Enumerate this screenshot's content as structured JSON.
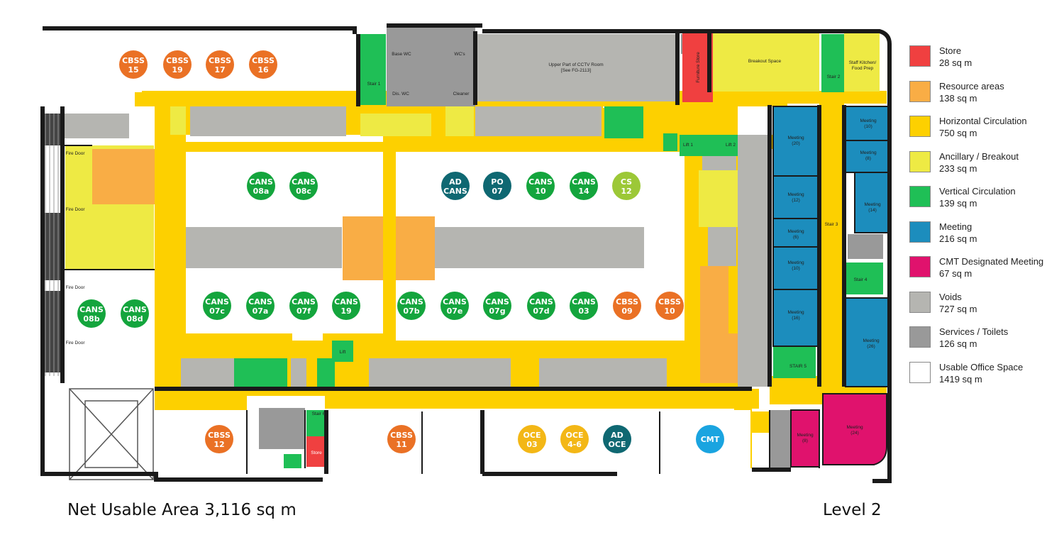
{
  "footer": {
    "net_area": "Net Usable Area 3,116 sq m",
    "level": "Level 2"
  },
  "legend": [
    {
      "label": "Store",
      "area": "28 sq m",
      "color": "#f04040"
    },
    {
      "label": "Resource areas",
      "area": "138 sq m",
      "color": "#f9ad45"
    },
    {
      "label": "Horizontal Circulation",
      "area": "750 sq m",
      "color": "#fdd000"
    },
    {
      "label": "Ancillary / Breakout",
      "area": "233 sq m",
      "color": "#eeea44"
    },
    {
      "label": "Vertical Circulation",
      "area": "139 sq m",
      "color": "#1fbf56"
    },
    {
      "label": "Meeting",
      "area": "216 sq m",
      "color": "#1c8dbd"
    },
    {
      "label": "CMT Designated Meeting",
      "area": "67 sq m",
      "color": "#e0126d"
    },
    {
      "label": "Voids",
      "area": "727 sq m",
      "color": "#b5b5b1"
    },
    {
      "label": "Services / Toilets",
      "area": "126 sq m",
      "color": "#999999"
    },
    {
      "label": "Usable Office Space",
      "area": "1419 sq m",
      "color": "#ffffff"
    }
  ],
  "room_labels": {
    "cctv_line1": "Upper Part of CCTV Room",
    "cctv_line2": "[See FG-2113]",
    "breakout": "Breakout Space",
    "kitchen_line1": "Staff Kitchen/",
    "kitchen_line2": "Food Prep",
    "furniture": "Furniture Store",
    "wcs": "WC's",
    "base_wc": "Base WC",
    "dis_wc": "Dis. WC",
    "cleaner": "Cleaner",
    "stair1": "Stair 1",
    "stair2": "Stair 2",
    "stair3": "Stair 3",
    "stair4": "Stair 4",
    "stair5": "STAIR 5",
    "stair6": "Stair 6",
    "lift1": "Lift 1",
    "lift2": "Lift 2",
    "lift": "Lift",
    "store": "Store",
    "meeting": "Meeting",
    "m20": "(20)",
    "m10": "(10)",
    "m8": "(8)",
    "m12": "(12)",
    "m14": "(14)",
    "m6": "(6)",
    "m10b": "(10)",
    "m16": "(16)",
    "m26": "(26)",
    "m8b": "(8)",
    "m24": "(24)",
    "fire_door": "Fire Door"
  },
  "desk_groups": [
    {
      "line1": "CBSS",
      "line2": "15",
      "color": "#ea7125"
    },
    {
      "line1": "CBSS",
      "line2": "19",
      "color": "#ea7125"
    },
    {
      "line1": "CBSS",
      "line2": "17",
      "color": "#ea7125"
    },
    {
      "line1": "CBSS",
      "line2": "16",
      "color": "#ea7125"
    },
    {
      "line1": "CANS",
      "line2": "08a",
      "color": "#14a53d"
    },
    {
      "line1": "CANS",
      "line2": "08c",
      "color": "#14a53d"
    },
    {
      "line1": "AD",
      "line2": "CANS",
      "color": "#0f6872"
    },
    {
      "line1": "PO",
      "line2": "07",
      "color": "#0f6872"
    },
    {
      "line1": "CANS",
      "line2": "10",
      "color": "#14a53d"
    },
    {
      "line1": "CANS",
      "line2": "14",
      "color": "#14a53d"
    },
    {
      "line1": "CS",
      "line2": "12",
      "color": "#9cc837"
    },
    {
      "line1": "CANS",
      "line2": "08b",
      "color": "#14a53d"
    },
    {
      "line1": "CANS",
      "line2": "08d",
      "color": "#14a53d"
    },
    {
      "line1": "CANS",
      "line2": "07c",
      "color": "#14a53d"
    },
    {
      "line1": "CANS",
      "line2": "07a",
      "color": "#14a53d"
    },
    {
      "line1": "CANS",
      "line2": "07f",
      "color": "#14a53d"
    },
    {
      "line1": "CANS",
      "line2": "19",
      "color": "#14a53d"
    },
    {
      "line1": "CANS",
      "line2": "07b",
      "color": "#14a53d"
    },
    {
      "line1": "CANS",
      "line2": "07e",
      "color": "#14a53d"
    },
    {
      "line1": "CANS",
      "line2": "07g",
      "color": "#14a53d"
    },
    {
      "line1": "CANS",
      "line2": "07d",
      "color": "#14a53d"
    },
    {
      "line1": "CANS",
      "line2": "03",
      "color": "#14a53d"
    },
    {
      "line1": "CBSS",
      "line2": "09",
      "color": "#ea7125"
    },
    {
      "line1": "CBSS",
      "line2": "10",
      "color": "#ea7125"
    },
    {
      "line1": "CBSS",
      "line2": "12",
      "color": "#ea7125"
    },
    {
      "line1": "CBSS",
      "line2": "11",
      "color": "#ea7125"
    },
    {
      "line1": "OCE",
      "line2": "03",
      "color": "#f3b716"
    },
    {
      "line1": "OCE",
      "line2": "4-6",
      "color": "#f3b716"
    },
    {
      "line1": "AD",
      "line2": "OCE",
      "color": "#0f6872"
    },
    {
      "line1": "CMT",
      "line2": "",
      "color": "#1aa4e0"
    }
  ]
}
